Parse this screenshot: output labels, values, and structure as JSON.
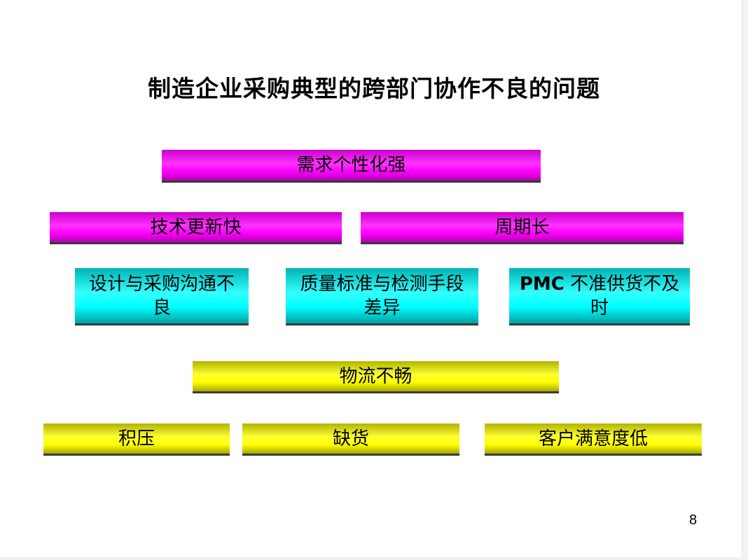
{
  "slide": {
    "title": "制造企业采购典型的跨部门协作不良的问题",
    "page_number": "8"
  },
  "diagram": {
    "level1": {
      "label": "需求个性化强"
    },
    "level2": [
      {
        "label": "技术更新快"
      },
      {
        "label": "周期长"
      }
    ],
    "level3": [
      {
        "label": "设计与采购沟通不良"
      },
      {
        "label": "质量标准与检测手段差异"
      },
      {
        "label_prefix": "PMC",
        "label_suffix": " 不准供货不及时"
      }
    ],
    "level4": {
      "label": "物流不畅"
    },
    "level5": [
      {
        "label": "积压"
      },
      {
        "label": "缺货"
      },
      {
        "label": "客户满意度低"
      }
    ]
  },
  "colors": {
    "magenta": "#ff00ff",
    "cyan": "#00ffff",
    "yellow": "#ffff00"
  }
}
